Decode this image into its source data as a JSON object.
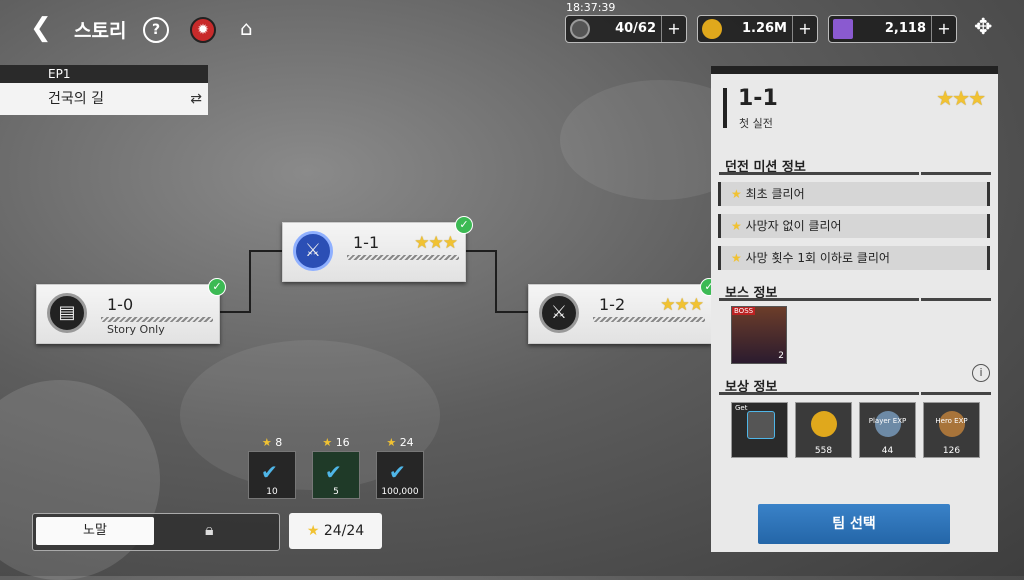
{
  "header": {
    "title": "스토리",
    "clock": "18:37:39"
  },
  "resources": [
    {
      "name": "stamina",
      "value": "40/62",
      "color": "#888888"
    },
    {
      "name": "gold",
      "value": "1.26M",
      "color": "#e0a81c"
    },
    {
      "name": "crystal",
      "value": "2,118",
      "color": "#8a5ad0"
    }
  ],
  "episode": {
    "label": "EP1",
    "name": "건국의 길"
  },
  "stages": [
    {
      "id": "1-0",
      "subtitle": "Story Only",
      "stars": 0,
      "cleared": true
    },
    {
      "id": "1-1",
      "subtitle": "",
      "stars": 3,
      "cleared": true
    },
    {
      "id": "1-2",
      "subtitle": "",
      "stars": 3,
      "cleared": true
    }
  ],
  "star_rewards": [
    {
      "stars": "8",
      "value": "10"
    },
    {
      "stars": "16",
      "value": "5"
    },
    {
      "stars": "24",
      "value": "100,000"
    }
  ],
  "difficulty": {
    "selected": "노말"
  },
  "total_stars": "24/24",
  "panel": {
    "stage_id": "1-1",
    "stage_name": "첫 실전",
    "stars": 3,
    "mission_title": "던전 미션 정보",
    "missions": [
      "최초 클리어",
      "사망자 없이 클리어",
      "사망 횟수 1회 이하로 클리어"
    ],
    "boss_title": "보스 정보",
    "boss_tag": "BOSS",
    "boss_level": "2",
    "reward_title": "보상 정보",
    "rewards": [
      {
        "name": "ticket",
        "value": "",
        "tag": "Get"
      },
      {
        "name": "gold",
        "value": "558",
        "tag": ""
      },
      {
        "name": "player-exp",
        "value": "44",
        "tag": "Player EXP"
      },
      {
        "name": "hero-exp",
        "value": "126",
        "tag": "Hero EXP"
      }
    ],
    "team_button": "팀 선택"
  }
}
